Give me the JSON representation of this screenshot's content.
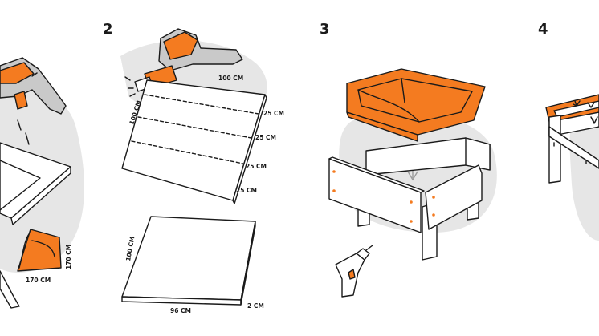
{
  "colors": {
    "accent": "#f47b20",
    "ink": "#1a1a1a",
    "blob": "#e6e6e6",
    "paper": "#ffffff",
    "tool_grey": "#c9c9c9"
  },
  "steps": [
    {
      "number": "2"
    },
    {
      "number": "3"
    },
    {
      "number": "4"
    }
  ],
  "step1": {
    "roll_width": "170 CM",
    "roll_height": "170 CM"
  },
  "step2": {
    "sheet_width": "100 CM",
    "sheet_height": "100 CM",
    "strips": [
      "25 CM",
      "25 CM",
      "25 CM",
      "25 CM"
    ],
    "panel_height": "100 CM",
    "panel_width": "96 CM",
    "panel_thickness": "2 CM"
  },
  "icons": [
    "glue-gun-icon",
    "cutter-icon",
    "screw-icon",
    "drill-icon",
    "plant-icon"
  ]
}
